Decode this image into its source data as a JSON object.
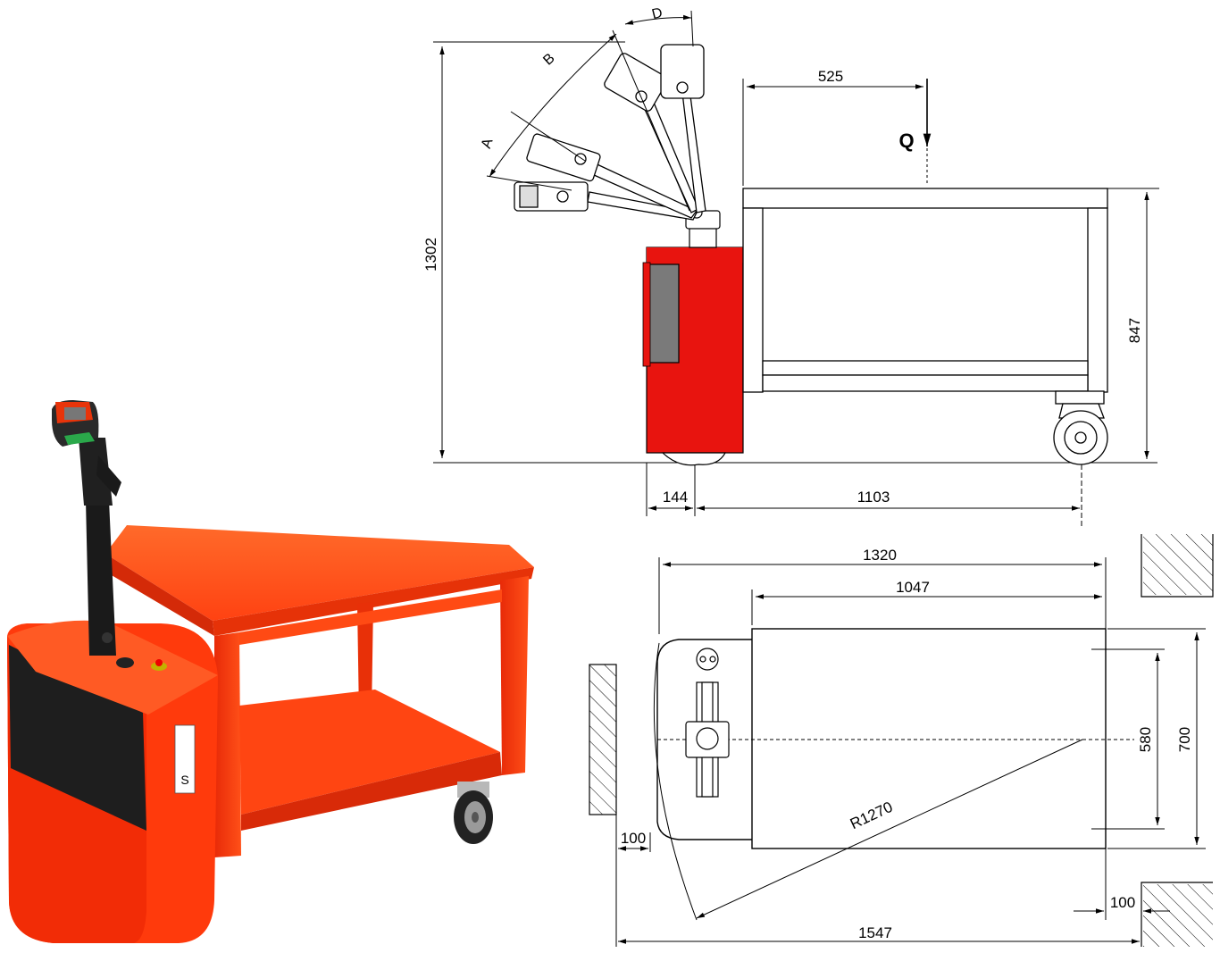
{
  "side_view": {
    "angle_labels": {
      "a": "A",
      "b": "B",
      "d": "D"
    },
    "load_label": "Q",
    "dimensions": {
      "overall_height": "1302",
      "load_offset": "525",
      "platform_height": "847",
      "front_offset": "144",
      "wheelbase": "1103"
    }
  },
  "top_view": {
    "dimensions": {
      "overall_length": "1320",
      "platform_length": "1047",
      "platform_width": "580",
      "overall_width": "700",
      "turning_radius": "R1270",
      "wall_clearance_left": "100",
      "wall_clearance_right": "100",
      "aisle_length": "1547"
    }
  },
  "photo": {
    "panel_label": "S"
  },
  "colors": {
    "body_red": "#e8140f",
    "cart_orange": "#ff3a10",
    "panel_grey": "#7a7a7a",
    "panel_black": "#1e1e1e",
    "handle_black": "#1a1a1a",
    "accent_green": "#2aa84a",
    "line": "#000000"
  },
  "icons": {
    "photo_handle": "tiller-handle-icon",
    "caster": "caster-wheel-icon",
    "wall": "wall-hatch-icon"
  }
}
